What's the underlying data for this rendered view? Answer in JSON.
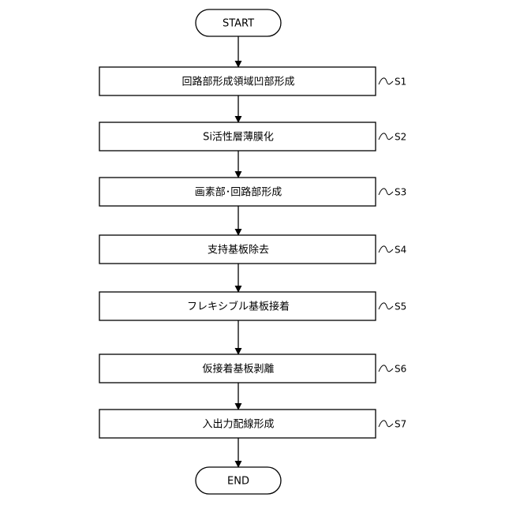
{
  "start": {
    "label": "START"
  },
  "end": {
    "label": "END"
  },
  "steps": [
    {
      "id": "S1",
      "label": "回路部形成領域凹部形成"
    },
    {
      "id": "S2",
      "label": "Si活性層薄膜化"
    },
    {
      "id": "S3",
      "label": "画素部･回路部形成"
    },
    {
      "id": "S4",
      "label": "支持基板除去"
    },
    {
      "id": "S5",
      "label": "フレキシブル基板接着"
    },
    {
      "id": "S6",
      "label": "仮接着基板剥離"
    },
    {
      "id": "S7",
      "label": "入出力配線形成"
    }
  ]
}
